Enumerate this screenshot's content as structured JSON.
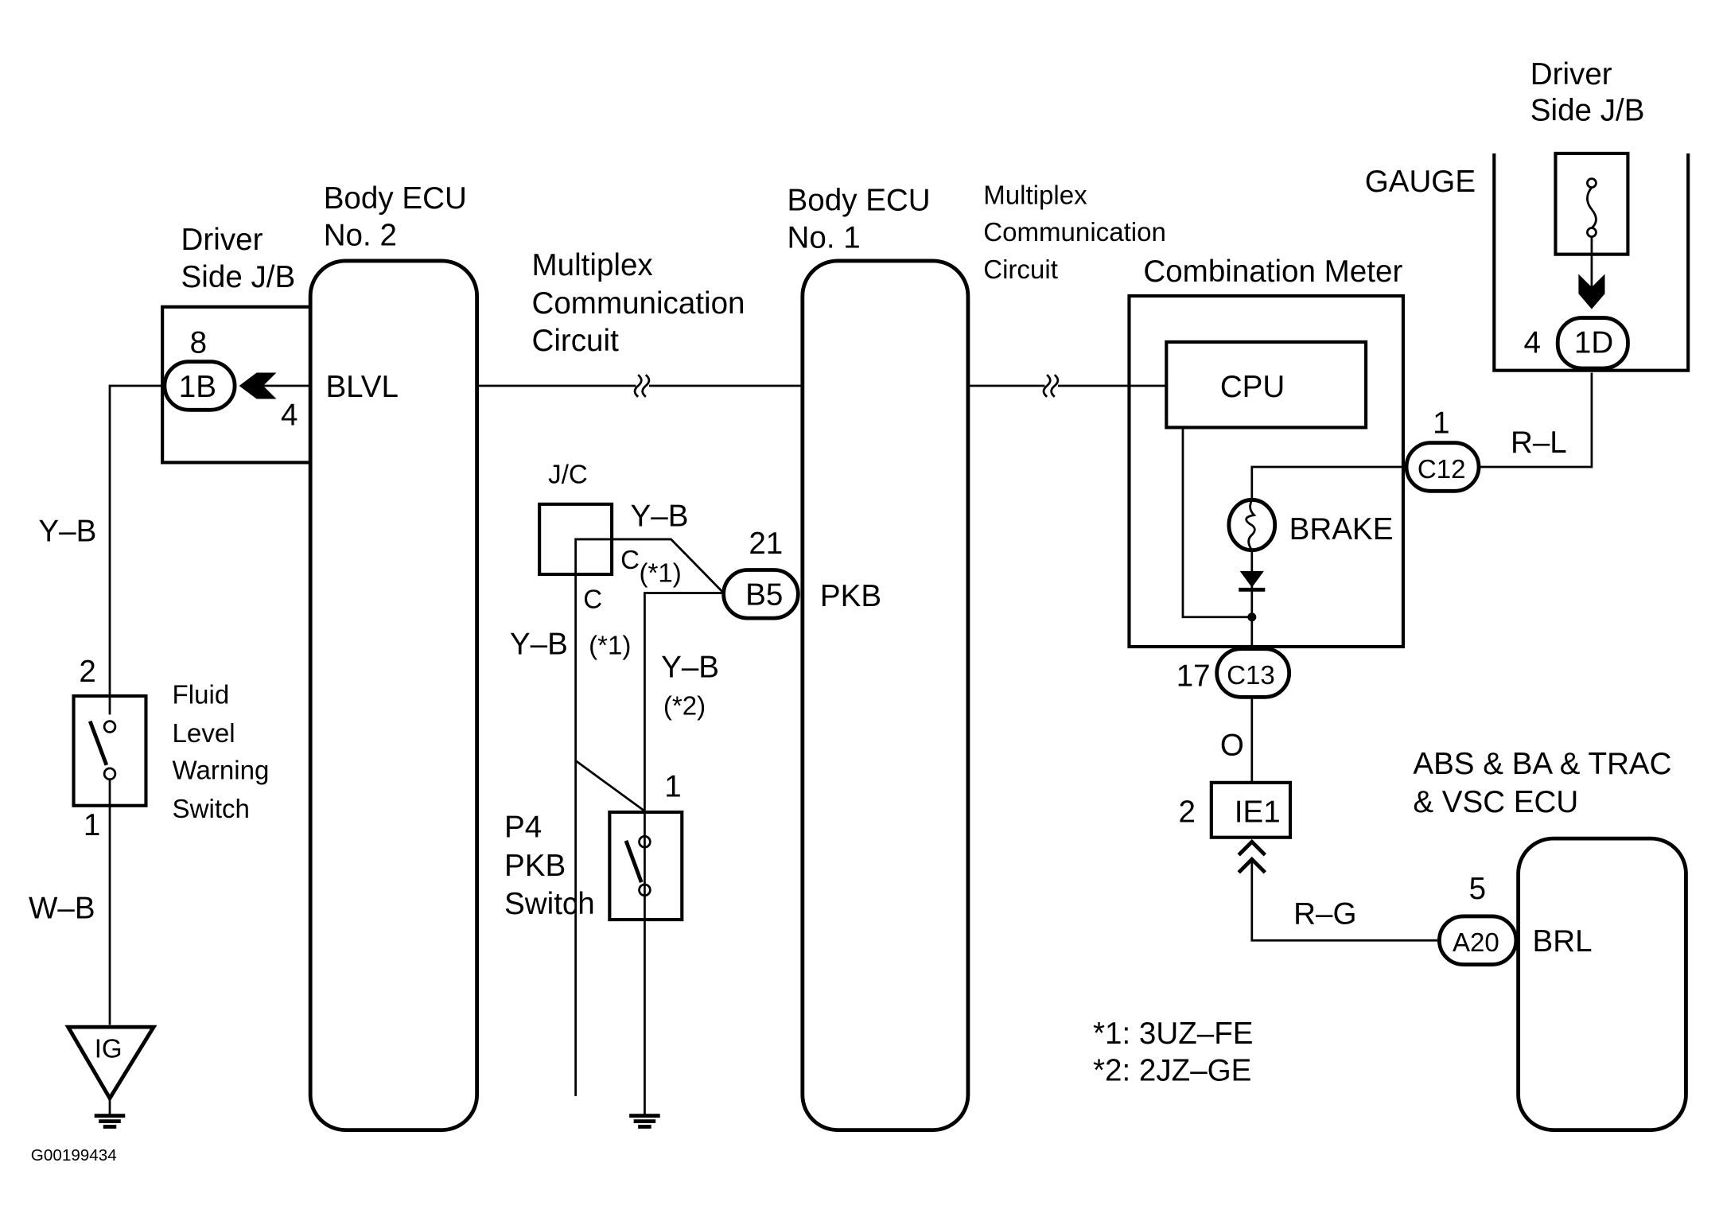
{
  "diagram_id": "G00199434",
  "components": {
    "body_ecu_2": {
      "title1": "Body  ECU",
      "title2": "No. 2",
      "terminal": "BLVL"
    },
    "body_ecu_1": {
      "title1": "Body  ECU",
      "title2": "No. 1",
      "terminal": "PKB"
    },
    "driver_jb_left": {
      "title1": "Driver",
      "title2": "Side J/B",
      "connector": "1B",
      "pin_top": "8",
      "pin_right": "4"
    },
    "driver_jb_right": {
      "title1": "Driver",
      "title2": "Side J/B",
      "fuse": "GAUGE",
      "connector": "1D",
      "pin": "4"
    },
    "mux1": {
      "line1": "Multiplex",
      "line2": "Communication",
      "line3": "Circuit"
    },
    "mux2": {
      "line1": "Multiplex",
      "line2": "Communication",
      "line3": "Circuit"
    },
    "combination_meter": {
      "title": "Combination Meter",
      "cpu": "CPU",
      "lamp": "BRAKE",
      "c12": "C12",
      "c12_pin": "1",
      "c13": "C13",
      "c13_pin": "17"
    },
    "jc": {
      "title": "J/C",
      "c1": "C",
      "c2": "C",
      "star1a": "(*1)",
      "star1b": "(*1)",
      "star2": "(*2)"
    },
    "b5": {
      "connector": "B5",
      "pin": "21"
    },
    "pkb_switch": {
      "line1": "P4",
      "line2": "PKB",
      "line3": "Switch",
      "pin": "1"
    },
    "fluid_switch": {
      "line1": "Fluid",
      "line2": "Level",
      "line3": "Warning",
      "line4": "Switch",
      "pin_top": "2",
      "pin_bottom": "1"
    },
    "ig": {
      "label": "IG"
    },
    "ie1": {
      "connector": "IE1",
      "pin": "2"
    },
    "abs_ecu": {
      "title1": "ABS & BA & TRAC",
      "title2": "& VSC ECU",
      "terminal": "BRL",
      "connector": "A20",
      "pin": "5"
    }
  },
  "wires": {
    "yb_left": "Y–B",
    "wb": "W–B",
    "yb_top": "Y–B",
    "yb_mid": "Y–B",
    "yb_right": "Y–B",
    "rl": "R–L",
    "o": "O",
    "rg": "R–G"
  },
  "notes": {
    "n1": "*1: 3UZ–FE",
    "n2": "*2: 2JZ–GE"
  }
}
